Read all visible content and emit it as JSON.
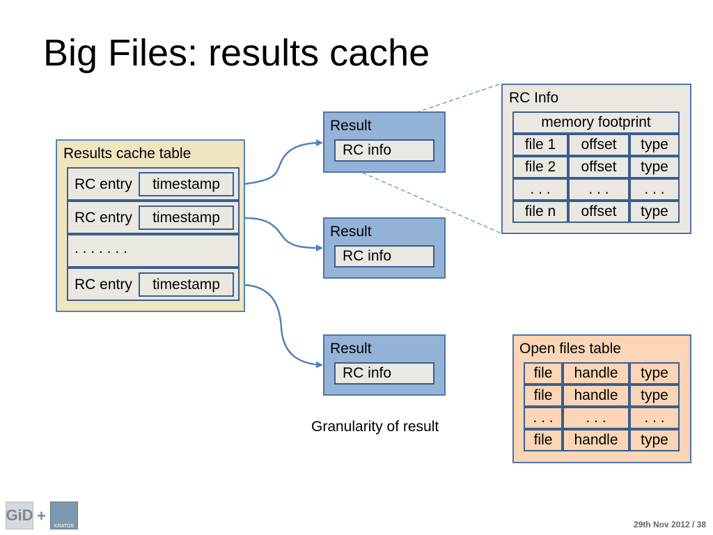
{
  "slide": {
    "title": "Big Files: results cache",
    "footer": "29th Nov 2012 / 38",
    "logo_text": "GiD",
    "plus": "+",
    "logo2_text": "KRATOS"
  },
  "results_cache_table": {
    "label": "Results cache table",
    "rows": [
      {
        "entry": "RC entry",
        "timestamp": "timestamp"
      },
      {
        "entry": "RC entry",
        "timestamp": "timestamp"
      },
      {
        "ellipsis": ". . . . . . ."
      },
      {
        "entry": "RC entry",
        "timestamp": "timestamp"
      }
    ]
  },
  "results": [
    {
      "label": "Result",
      "info": "RC info"
    },
    {
      "label": "Result",
      "info": "RC info"
    },
    {
      "label": "Result",
      "info": "RC info"
    }
  ],
  "caption": "Granularity of result",
  "rc_info_panel": {
    "label": "RC Info",
    "header": "memory footprint",
    "rows": [
      [
        "file 1",
        "offset",
        "type"
      ],
      [
        "file 2",
        "offset",
        "type"
      ],
      [
        ". . .",
        ". . .",
        ". . ."
      ],
      [
        "file n",
        "offset",
        "type"
      ]
    ]
  },
  "open_files_table": {
    "label": "Open files table",
    "rows": [
      [
        "file",
        "handle",
        "type"
      ],
      [
        "file",
        "handle",
        "type"
      ],
      [
        ". . .",
        ". . .",
        ". . ."
      ],
      [
        "file",
        "handle",
        "type"
      ]
    ]
  },
  "colors": {
    "arrow": "#4f81bd",
    "result_fill": "#95b3d7",
    "table_fill": "#efe5bf",
    "open_files_fill": "#fbd5b5",
    "cell_fill": "#ebe8e2"
  }
}
